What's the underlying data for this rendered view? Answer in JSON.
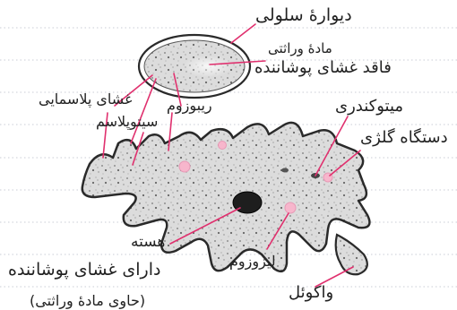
{
  "labels": {
    "cell_wall": "دیوارهٔ سلولی",
    "genetic_material": "مادهٔ وراثتی",
    "no_nuclear_envelope": "فاقد غشای پوشاننده",
    "plasma_membrane": "غشای پلاسمایی",
    "ribosome": "ریبوزوم",
    "cytoplasm": "سیتوپلاسم",
    "mitochondria": "میتوکندری",
    "golgi": "دستگاه گلژی",
    "nucleus": "هسته",
    "has_nuclear_envelope": "دارای غشای پوشاننده",
    "contains_genetic_material": "(حاوی مادهٔ وراثتی)",
    "lysosome": "لیزوزوم",
    "vacuole": "واکوئل"
  },
  "colors": {
    "leader_line": "#e0306e",
    "organelle_pink": "#f7b6cc",
    "outline": "#2a2a2a"
  }
}
